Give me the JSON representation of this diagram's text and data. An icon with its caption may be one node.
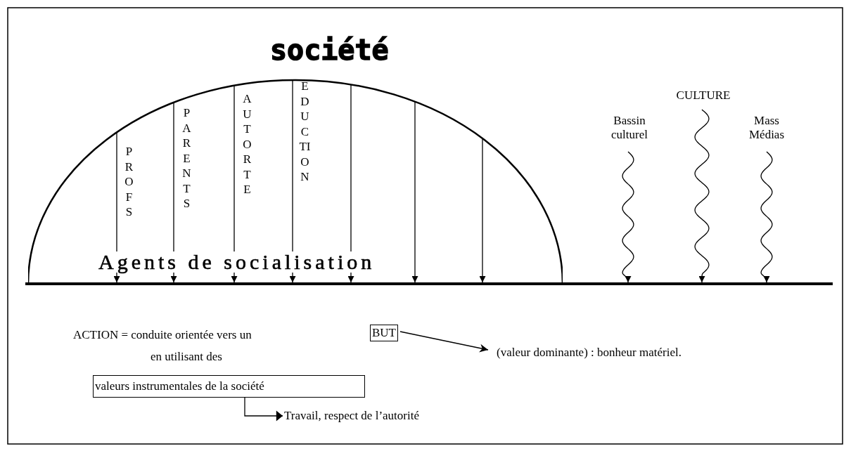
{
  "diagram": {
    "nodes": [
      {
        "text": [
          "société",
          "Agents de socialisation"
        ]
      },
      {
        "text": [
          "CULTURE"
        ]
      },
      {
        "text": [
          "Bassin culturel"
        ]
      },
      {
        "text": [
          "Mass Médias"
        ]
      },
      {
        "text": [],
        "shape": "bar"
      },
      {
        "text": [
          "BUT"
        ]
      },
      {
        "text": [
          "(valeur dominante) : bonheur matériel."
        ]
      },
      {
        "text": [
          "valeurs instrumentales de la société"
        ]
      },
      {
        "text": [
          "Travail, respect de l’autorité"
        ]
      }
    ],
    "edges": [
      {
        "from": 0,
        "to": 4,
        "arrow": "to",
        "label": "PROFS"
      },
      {
        "from": 0,
        "to": 4,
        "arrow": "to",
        "label": "PARENTS"
      },
      {
        "from": 0,
        "to": 4,
        "arrow": "to",
        "label": "AUTORTE"
      },
      {
        "from": 0,
        "to": 4,
        "arrow": "to",
        "label": "EDUCTION"
      },
      {
        "from": 0,
        "to": 4,
        "arrow": "to"
      },
      {
        "from": 0,
        "to": 4,
        "arrow": "to"
      },
      {
        "from": 0,
        "to": 4,
        "arrow": "to"
      },
      {
        "from": 2,
        "to": 4,
        "arrow": "to"
      },
      {
        "from": 1,
        "to": 4,
        "arrow": "to"
      },
      {
        "from": 3,
        "to": 4,
        "arrow": "to"
      },
      {
        "from": 5,
        "to": 6,
        "arrow": "to"
      },
      {
        "from": 7,
        "to": 8,
        "arrow": "to"
      }
    ],
    "labels": [
      "ACTION = conduite orientée vers un",
      "en utilisant des"
    ]
  }
}
